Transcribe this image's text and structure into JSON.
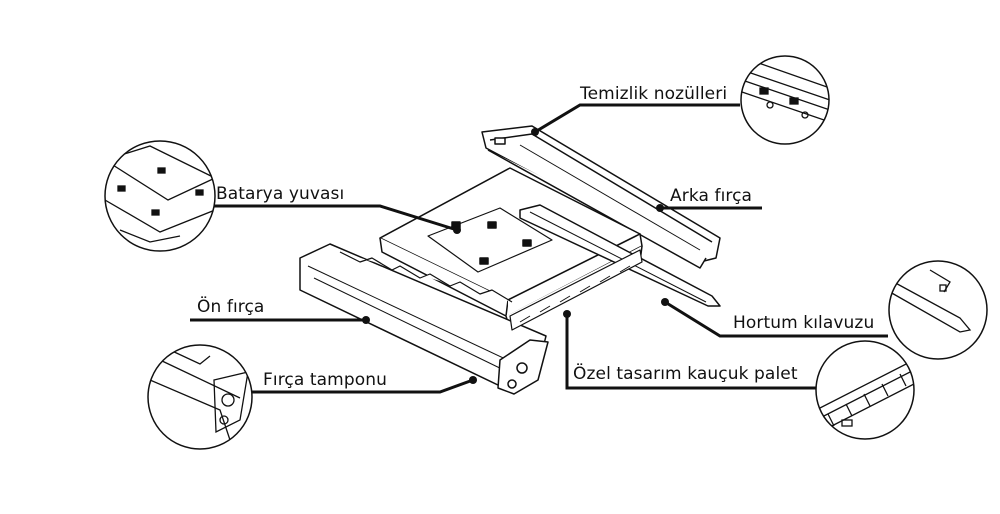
{
  "labels": {
    "cleaning_nozzles": "Temizlik nozülleri",
    "battery_slot": "Batarya yuvası",
    "rear_brush": "Arka fırça",
    "front_brush": "Ön fırça",
    "hose_guide": "Hortum kılavuzu",
    "brush_bumper": "Fırça tamponu",
    "rubber_track": "Özel tasarım kauçuk palet"
  },
  "colors": {
    "line": "#111111",
    "background": "#ffffff"
  }
}
